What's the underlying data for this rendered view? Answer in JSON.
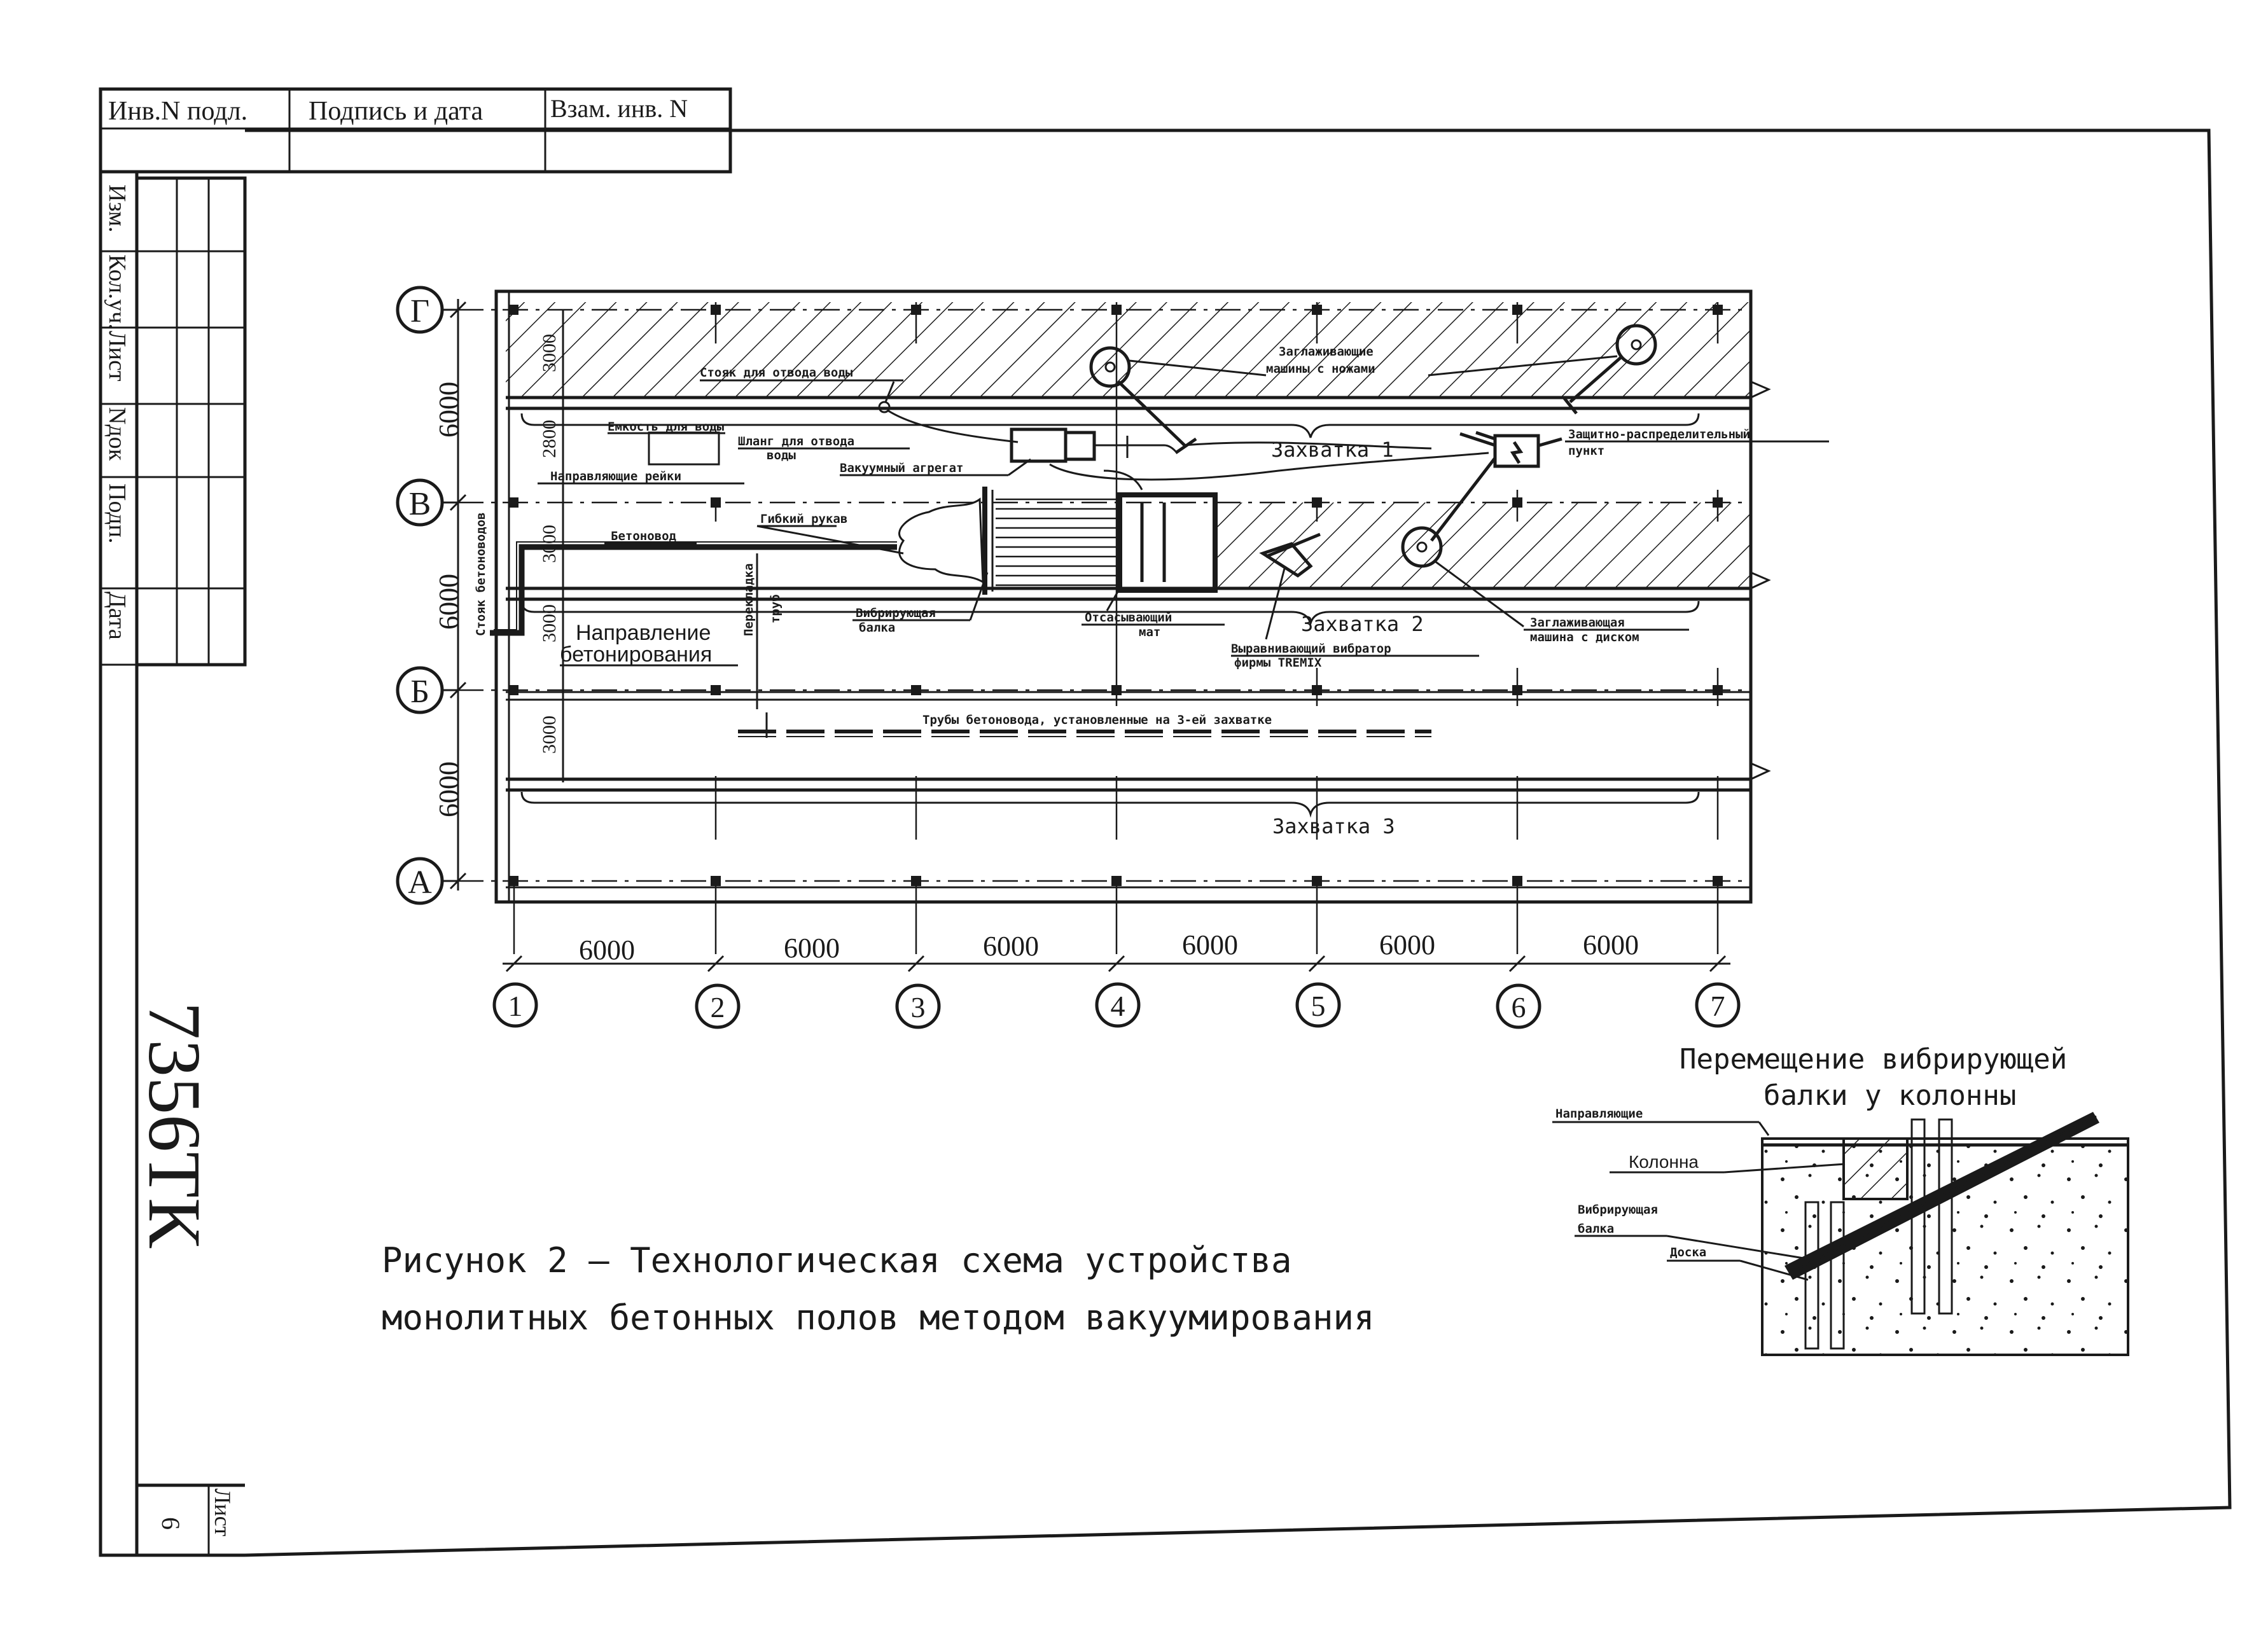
{
  "stamp": {
    "inv_label": "Инв.N подл.",
    "sign_label": "Подпись и дата",
    "vzam_label": "Взам. инв. N"
  },
  "side_stamp": {
    "izm": "Изм.",
    "kol": "Кол.уч.",
    "list": "Лист",
    "ndok": "Nдок",
    "podp": "Подп.",
    "data": "Дата"
  },
  "document": {
    "code": "7356ТК",
    "sheet_label": "Лист",
    "sheet_number": "6"
  },
  "plan": {
    "axes_rows": [
      "Г",
      "В",
      "Б",
      "А"
    ],
    "axes_cols": [
      "1",
      "2",
      "3",
      "4",
      "5",
      "6",
      "7"
    ],
    "col_spans": [
      "6000",
      "6000",
      "6000",
      "6000",
      "6000",
      "6000"
    ],
    "row_spans": [
      "6000",
      "6000",
      "6000"
    ],
    "sub_dims": [
      "3000",
      "2800",
      "3000",
      "3000",
      "3000"
    ],
    "zones": [
      "Захватка 1",
      "Захватка 2",
      "Захватка 3"
    ],
    "direction": [
      "Направление",
      "бетонирования"
    ],
    "labels": {
      "standpipe_water": "Стояк для отвода воды",
      "smoothing_knives": [
        "Заглаживающие",
        "машины с ножами"
      ],
      "water_tank": "Емкость для воды",
      "water_hose": [
        "Шланг для отвода",
        "воды"
      ],
      "vacuum_unit": "Вакуумный агрегат",
      "guide_rails": "Направляющие рейки",
      "distribution_point": [
        "Защитно-распределительный",
        "пункт"
      ],
      "concrete_pipe": "Бетоновод",
      "flexible_hose": "Гибкий рукав",
      "vibrating_beam": [
        "Вибрирующая",
        "балка"
      ],
      "suction_mat": [
        "Отсасывающий",
        "мат"
      ],
      "leveling_vibrator": [
        "Выравнивающий вибратор",
        "фирмы TREMIX"
      ],
      "smoothing_disc": [
        "Заглаживающая",
        "машина с диском"
      ],
      "pipe_relocation": [
        "Перекладка",
        "труб"
      ],
      "standpipes": "Стояк бетоноводов",
      "pipes_zone3": "Трубы бетоновода, установленные на 3-ей захватке"
    }
  },
  "caption": {
    "line1": "Рисунок 2  – Технологическая схема устройства",
    "line2": "монолитных бетонных полов методом вакуумирования"
  },
  "detail": {
    "title1": "Перемещение вибрирующей",
    "title2": "балки у колонны",
    "guides": "Направляющие",
    "column": "Колонна",
    "beam": [
      "Вибрирующая",
      "балка"
    ],
    "board": "Доска"
  }
}
